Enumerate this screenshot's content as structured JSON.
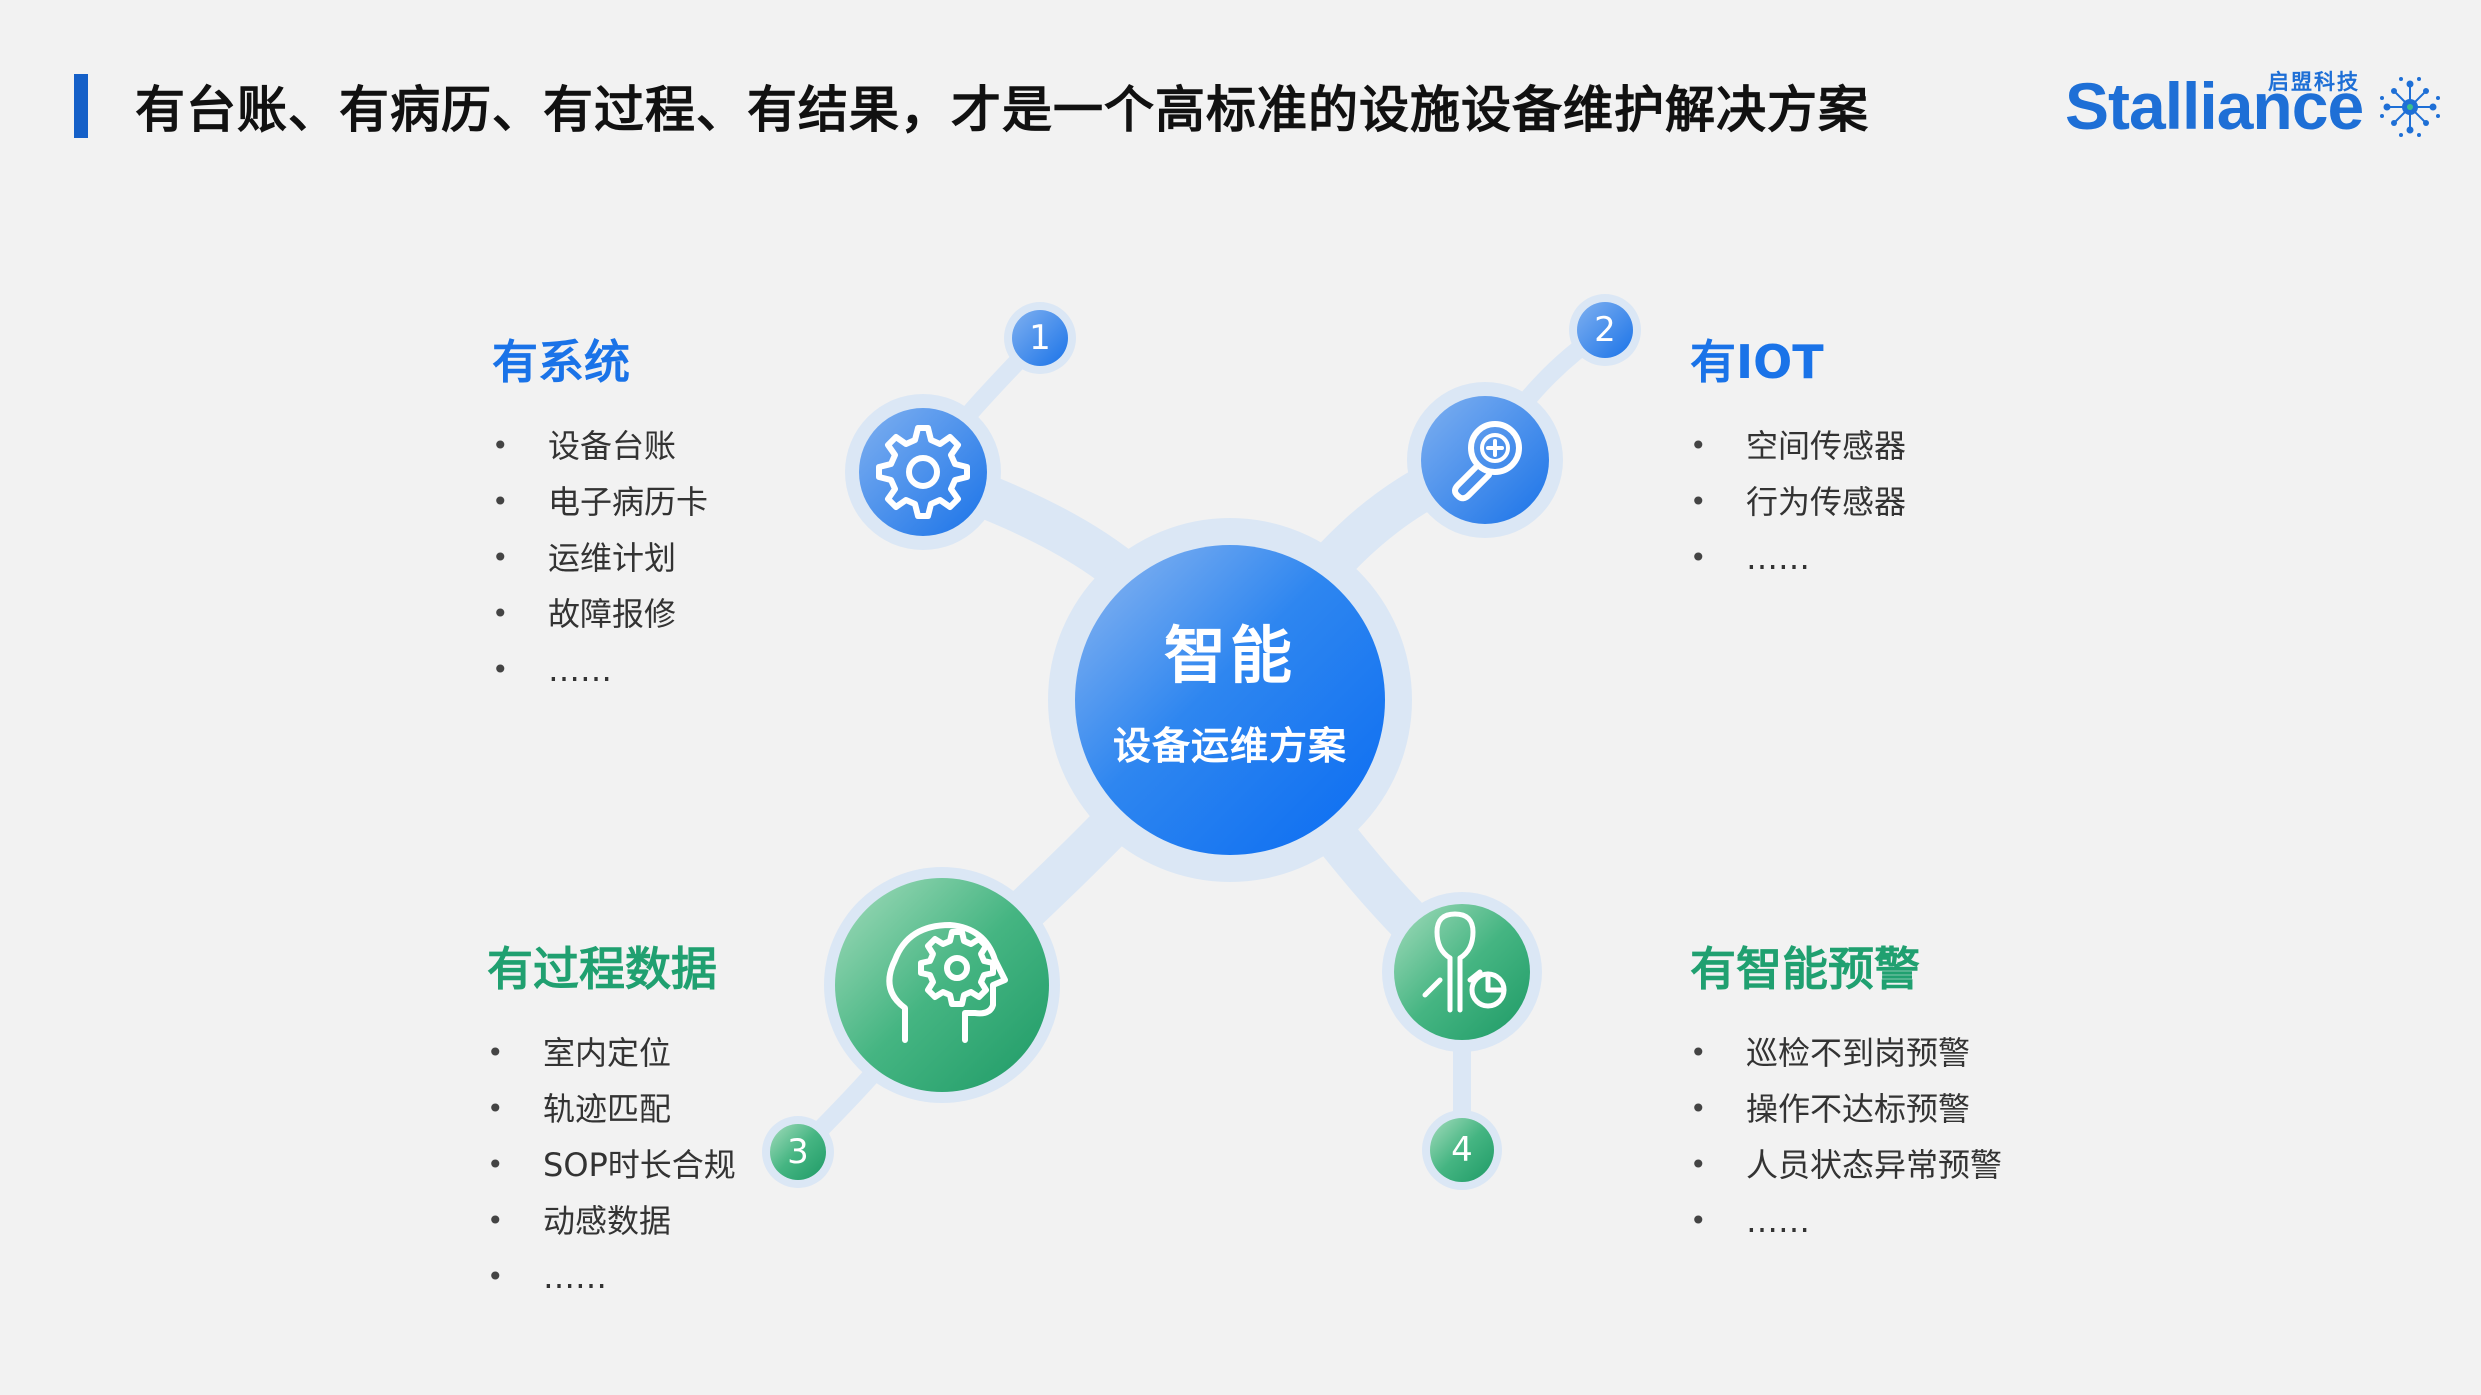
{
  "header": {
    "title": "有台账、有病历、有过程、有结果，才是一个高标准的设施设备维护解决方案"
  },
  "logo": {
    "text": "Stalliance",
    "cn_text": "启盟科技"
  },
  "center": {
    "main": "智能",
    "sub": "设备运维方案"
  },
  "nodes": [
    {
      "number": "1",
      "icon": "gear-icon",
      "color": "#1a73e8"
    },
    {
      "number": "2",
      "icon": "magnifier-icon",
      "color": "#1a73e8"
    },
    {
      "number": "3",
      "icon": "head-gear-icon",
      "color": "#20a070"
    },
    {
      "number": "4",
      "icon": "person-chart-icon",
      "color": "#20a070"
    }
  ],
  "sections": [
    {
      "title": "有系统",
      "items": [
        "设备台账",
        "电子病历卡",
        "运维计划",
        "故障报修",
        "……"
      ]
    },
    {
      "title": "有IOT",
      "items": [
        "空间传感器",
        "行为传感器",
        "……"
      ]
    },
    {
      "title": "有过程数据",
      "items": [
        "室内定位",
        "轨迹匹配",
        "SOP时长合规",
        "动感数据",
        "……"
      ]
    },
    {
      "title": "有智能预警",
      "items": [
        "巡检不到岗预警",
        "操作不达标预警",
        "人员状态异常预警",
        "……"
      ]
    }
  ],
  "colors": {
    "accent_blue": "#1a73e8",
    "accent_green": "#20a070",
    "title_bar": "#1560c8",
    "connector": "#dbe7f5"
  }
}
